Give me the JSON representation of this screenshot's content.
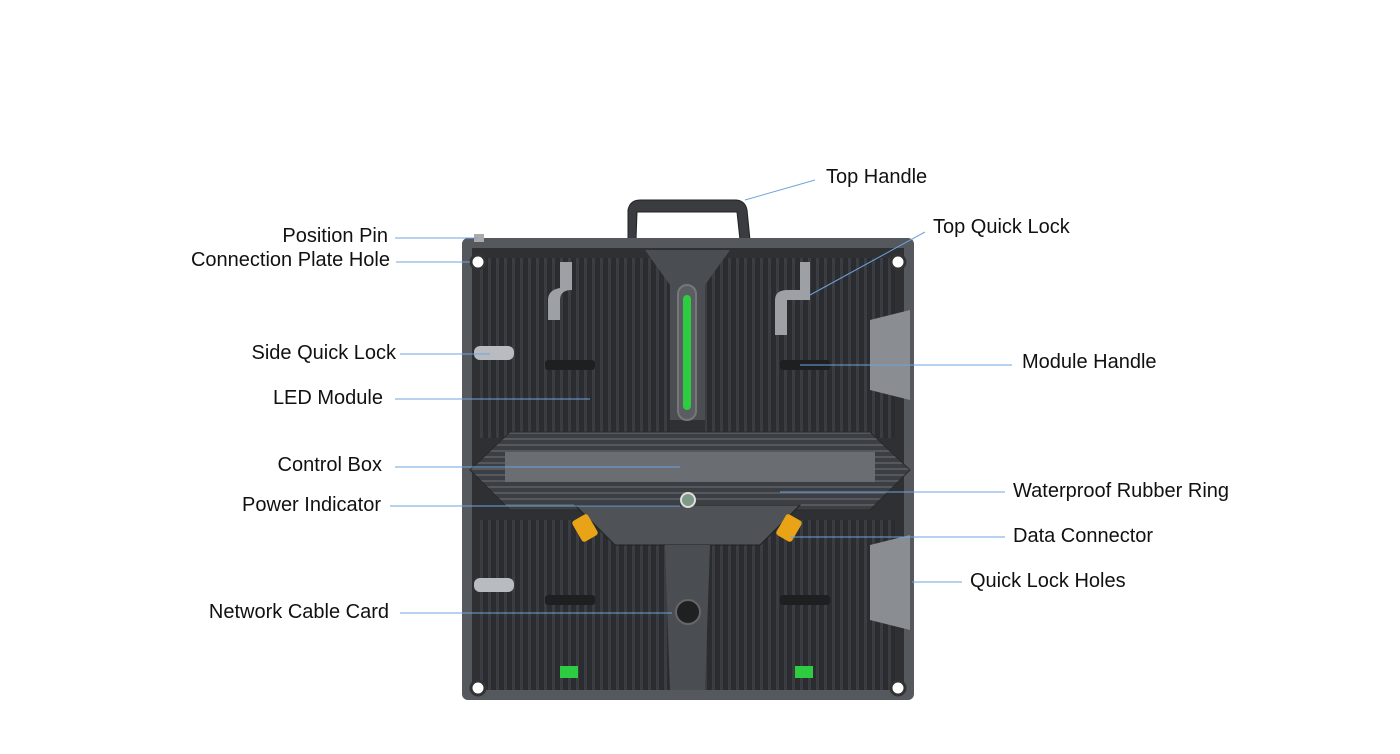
{
  "labels": {
    "top_handle": "Top Handle",
    "top_quick_lock": "Top Quick Lock",
    "position_pin": "Position Pin",
    "connection_plate_hole": "Connection Plate Hole",
    "side_quick_lock": "Side Quick Lock",
    "led_module": "LED Module",
    "control_box": "Control Box",
    "power_indicator": "Power Indicator",
    "network_cable_card": "Network Cable Card",
    "module_handle": "Module Handle",
    "waterproof_rubber_ring": "Waterproof Rubber Ring",
    "data_connector": "Data Connector",
    "quick_lock_holes": "Quick Lock Holes"
  },
  "colors": {
    "leader_line": "#6fa3dc",
    "cabinet": "#2e3033",
    "frame": "#55585c",
    "indicator_green": "#2ecc40",
    "connector_yellow": "#e8a317"
  }
}
